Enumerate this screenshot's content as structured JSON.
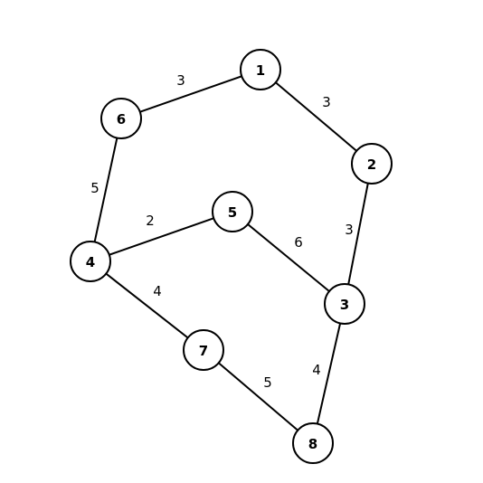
{
  "graph": {
    "nodes": [
      {
        "id": "1",
        "label": "1"
      },
      {
        "id": "2",
        "label": "2"
      },
      {
        "id": "3",
        "label": "3"
      },
      {
        "id": "4",
        "label": "4"
      },
      {
        "id": "5",
        "label": "5"
      },
      {
        "id": "6",
        "label": "6"
      },
      {
        "id": "7",
        "label": "7"
      },
      {
        "id": "8",
        "label": "8"
      }
    ],
    "edges": [
      {
        "from": "6",
        "to": "1",
        "weight": "3"
      },
      {
        "from": "1",
        "to": "2",
        "weight": "3"
      },
      {
        "from": "6",
        "to": "4",
        "weight": "5"
      },
      {
        "from": "4",
        "to": "5",
        "weight": "2"
      },
      {
        "from": "5",
        "to": "3",
        "weight": "6"
      },
      {
        "from": "2",
        "to": "3",
        "weight": "3"
      },
      {
        "from": "4",
        "to": "7",
        "weight": "4"
      },
      {
        "from": "7",
        "to": "8",
        "weight": "5"
      },
      {
        "from": "3",
        "to": "8",
        "weight": "4"
      }
    ]
  },
  "colors": {
    "stroke": "#000000",
    "background": "#ffffff"
  }
}
